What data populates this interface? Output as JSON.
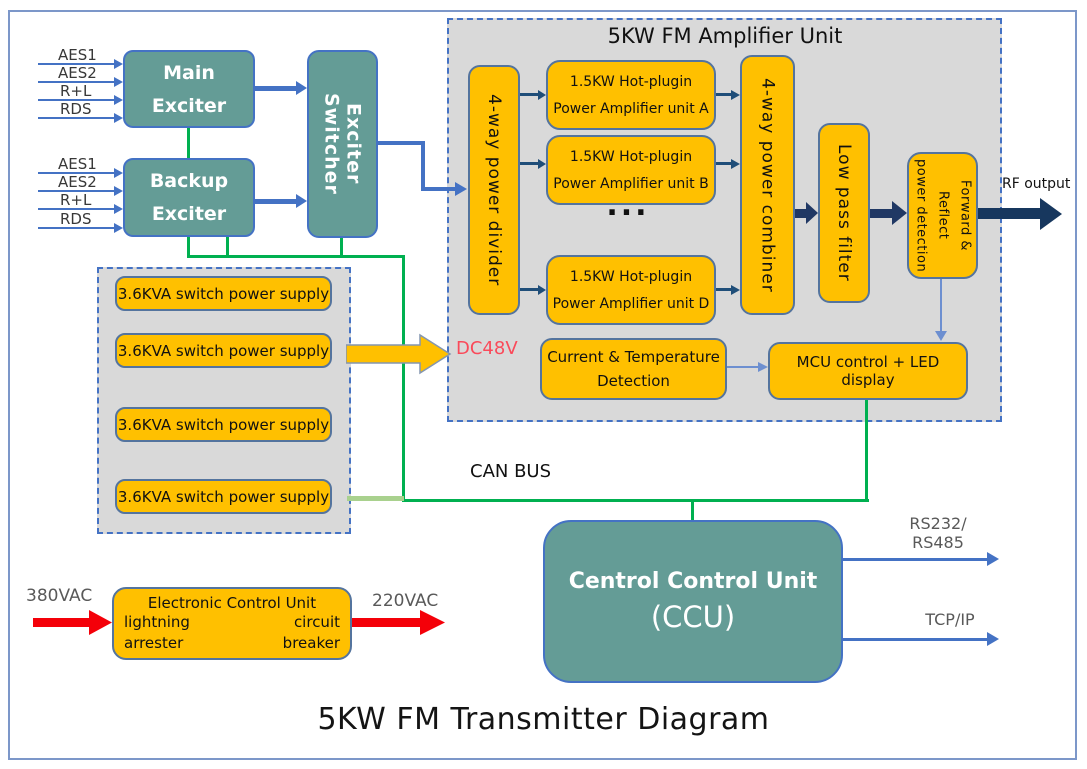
{
  "colors": {
    "teal_box": "#649c96",
    "orange_box": "#ffc000",
    "panel_gray": "#d9d9d9",
    "green_bus": "#00b050",
    "light_green_bus": "#a9d18e",
    "blue_line": "#4472c4",
    "navy_arrow": "#1f4e79",
    "rf_arrow": "#17375e",
    "red_arrow": "#f40009",
    "dc48v_red": "#fa4a5a",
    "gray_label": "#595959",
    "frame_border": "#7c97c9"
  },
  "signal_inputs": {
    "main": [
      "AES1",
      "AES2",
      "R+L",
      "RDS"
    ],
    "backup": [
      "AES1",
      "AES2",
      "R+L",
      "RDS"
    ]
  },
  "exciter": {
    "main_line1": "Main",
    "main_line2": "Exciter",
    "backup_line1": "Backup",
    "backup_line2": "Exciter",
    "switcher": "Exciter\nSwitcher"
  },
  "amplifier": {
    "title": "5KW FM Amplifier Unit",
    "divider": "4-way power divider",
    "unit_a_line1": "1.5KW Hot-plugin",
    "unit_a_line2": "Power Amplifier unit A",
    "unit_b_line1": "1.5KW Hot-plugin",
    "unit_b_line2": "Power Amplifier unit B",
    "ellipsis": "...",
    "unit_d_line1": "1.5KW Hot-plugin",
    "unit_d_line2": "Power Amplifier unit D",
    "combiner": "4-way power combiner",
    "low_pass_filter": "Low pass filter",
    "forward_reflect": "Forward & Reflect\npower detection",
    "dc_input_label": "DC48V",
    "current_temp_line1": "Current & Temperature",
    "current_temp_line2": "Detection",
    "mcu": "MCU control + LED display",
    "rf_output_label": "RF output"
  },
  "power_supplies": {
    "items": [
      "3.6KVA switch power supply",
      "3.6KVA switch power supply",
      "3.6KVA switch power supply",
      "3.6KVA switch power supply"
    ]
  },
  "can_bus_label": "CAN BUS",
  "ccu": {
    "line1": "Centrol Control Unit",
    "line2": "(CCU)",
    "rs_label": "RS232/\nRS485",
    "tcp_label": "TCP/IP"
  },
  "mains": {
    "input_label": "380VAC",
    "ecu_title": "Electronic Control Unit",
    "ecu_left": "lightning\narrester",
    "ecu_right": "circuit\nbreaker",
    "output_label": "220VAC"
  },
  "diagram_title": "5KW FM Transmitter Diagram"
}
